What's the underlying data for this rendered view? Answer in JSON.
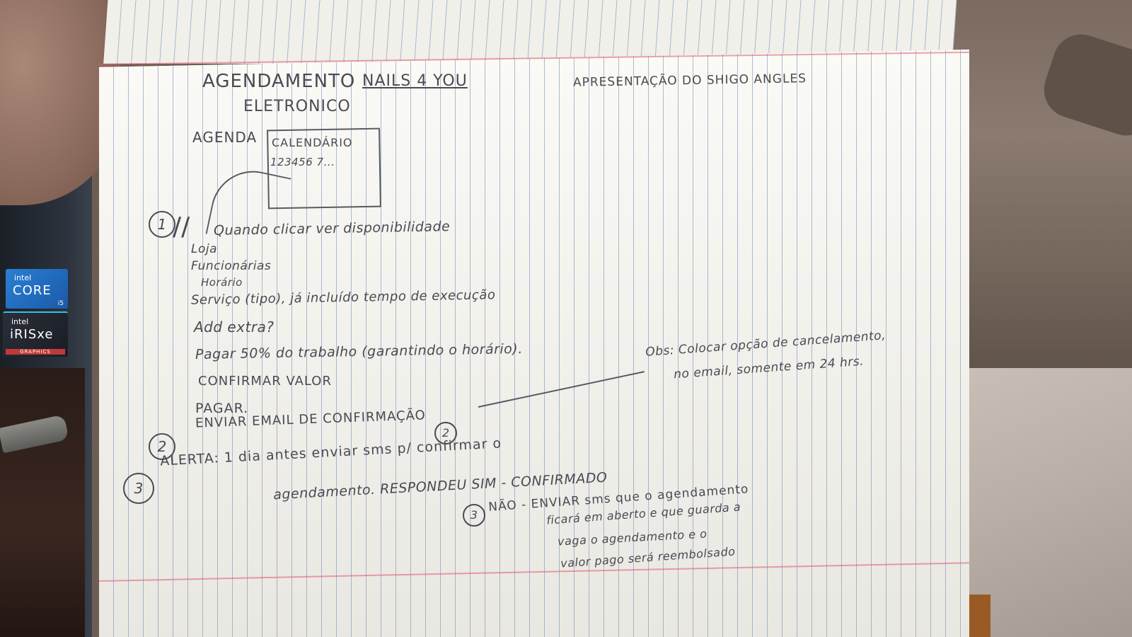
{
  "sticker_core": {
    "brand": "intel",
    "name": "CORE",
    "tier": "i5"
  },
  "sticker_iris": {
    "brand": "intel",
    "name": "iRISxe",
    "sub": "GRAPHICS"
  },
  "note": {
    "title": "AGENDAMENTO",
    "title2": "ELETRONICO",
    "brand": "NAILS 4 YOU",
    "header_right": "APRESENTAÇÃO DO SHIGO ANGLES",
    "agenda_label": "AGENDA",
    "calendar_label": "CALENDÁRIO",
    "calendar_days": "123456 7...",
    "step1_num": "1",
    "step1_lead": "Quando clicar ver disponibilidade",
    "items": [
      "Loja",
      "Funcionárias",
      "Horário",
      "Serviço (tipo), já incluído tempo de execução",
      "Add extra?",
      "Pagar 50% do trabalho (garantindo o horário).",
      "CONFIRMAR VALOR",
      "PAGAR.",
      "ENVIAR EMAIL DE CONFIRMAÇÃO"
    ],
    "obs_line1": "Obs: Colocar opção de cancelamento,",
    "obs_line2": "no email, somente em 24 hrs.",
    "step2_num": "2",
    "step2_inline_num": "2",
    "step3_num": "3",
    "alert_line1": "ALERTA: 1 dia antes enviar sms p/ confirmar o",
    "alert_line2": "agendamento. RESPONDEU SIM - CONFIRMADO",
    "sub3_num": "3",
    "nao_line1": "NÃO - ENVIAR sms que o agendamento",
    "nao_line2": "ficará em aberto e que guarda a",
    "nao_line3": "vaga o agendamento e o",
    "nao_line4": "valor pago será reembolsado"
  }
}
